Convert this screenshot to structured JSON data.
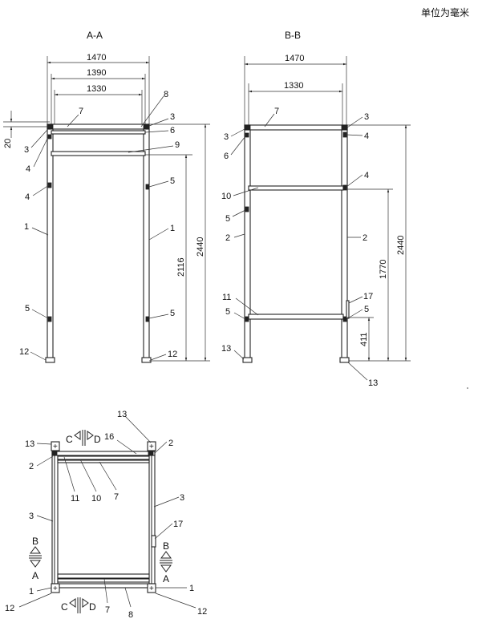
{
  "unit_note": "单位为毫米",
  "view_aa": {
    "title": "A-A",
    "dims": {
      "d1470": "1470",
      "d1390": "1390",
      "d1330": "1330",
      "d20": "20",
      "d2116": "2116",
      "d2440": "2440"
    },
    "labels": {
      "l7": "7",
      "l8": "8",
      "l3a": "3",
      "l3b": "3",
      "l6": "6",
      "l9": "9",
      "l4a": "4",
      "l4b": "4",
      "l5a": "5",
      "l5b": "5",
      "l1a": "1",
      "l1b": "1",
      "l12a": "12",
      "l12b": "12"
    }
  },
  "view_bb": {
    "title": "B-B",
    "dims": {
      "d1470": "1470",
      "d1330": "1330",
      "d2440": "2440",
      "d1770": "1770",
      "d411": "411"
    },
    "labels": {
      "l7": "7",
      "l3a": "3",
      "l3b": "3",
      "l6": "6",
      "l4a": "4",
      "l4b": "4",
      "l10": "10",
      "l5a": "5",
      "l2a": "2",
      "l2b": "2",
      "l11": "11",
      "l17": "17",
      "l5b": "5",
      "l5c": "5",
      "l13a": "13",
      "l13b": "13"
    }
  },
  "plan_view": {
    "section_cd_top": {
      "left": "C",
      "right": "D"
    },
    "section_cd_bottom": {
      "left": "C",
      "right": "D"
    },
    "section_b_left": "B",
    "section_a_left": "A",
    "section_b_right": "B",
    "section_a_right": "A",
    "labels": {
      "l13a": "13",
      "l13b": "13",
      "l16": "16",
      "l2a": "2",
      "l2b": "2",
      "l11": "11",
      "l10": "10",
      "l7a": "7",
      "l3a": "3",
      "l3b": "3",
      "l17": "17",
      "l1a": "1",
      "l1b": "1",
      "l12a": "12",
      "l12b": "12",
      "l7b": "7",
      "l8": "8"
    }
  }
}
